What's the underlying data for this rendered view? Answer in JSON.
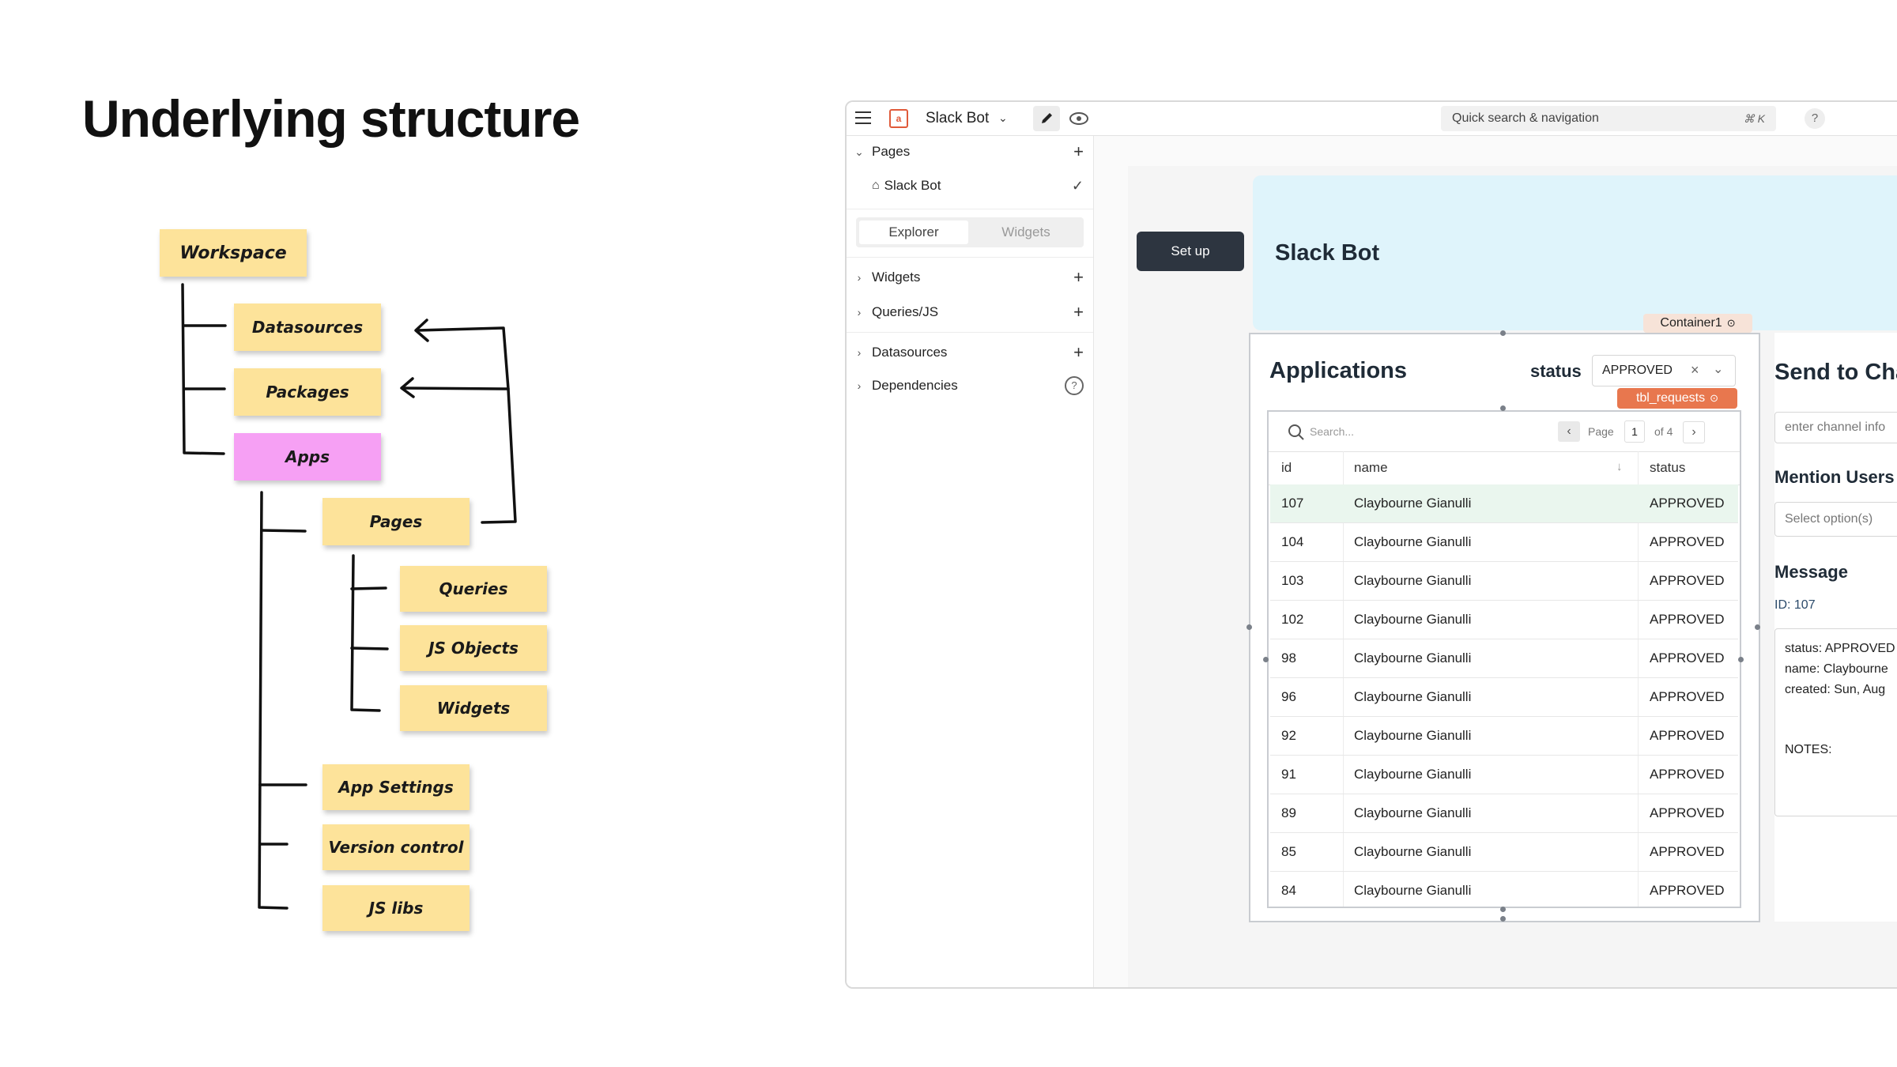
{
  "slide": {
    "title": "Underlying structure"
  },
  "diagram": {
    "notes": {
      "workspace": "Workspace",
      "datasources": "Datasources",
      "packages": "Packages",
      "apps": "Apps",
      "pages": "Pages",
      "queries": "Queries",
      "js_objects": "JS Objects",
      "widgets": "Widgets",
      "app_settings": "App Settings",
      "version_control": "Version control",
      "js_libs": "JS libs"
    }
  },
  "app": {
    "topbar": {
      "app_name": "Slack Bot",
      "search_placeholder": "Quick search & navigation",
      "shortcut": "⌘ K",
      "help": "?"
    },
    "sidebar": {
      "pages_header": "Pages",
      "page_item": "Slack Bot",
      "tabs": [
        "Explorer",
        "Widgets"
      ],
      "sections": [
        "Widgets",
        "Queries/JS",
        "Datasources",
        "Dependencies"
      ]
    },
    "canvas": {
      "setup_button": "Set up",
      "hero_title": "Slack Bot",
      "container_badge": "Container1",
      "applications_title": "Applications",
      "status_label": "status",
      "status_value": "APPROVED",
      "table_badge": "tbl_requests",
      "table": {
        "search_placeholder": "Search...",
        "page_label": "Page",
        "page_value": "1",
        "page_of": "of 4",
        "columns": [
          "id",
          "name",
          "status"
        ],
        "rows": [
          {
            "id": "107",
            "name": "Claybourne Gianulli",
            "status": "APPROVED"
          },
          {
            "id": "104",
            "name": "Claybourne Gianulli",
            "status": "APPROVED"
          },
          {
            "id": "103",
            "name": "Claybourne Gianulli",
            "status": "APPROVED"
          },
          {
            "id": "102",
            "name": "Claybourne Gianulli",
            "status": "APPROVED"
          },
          {
            "id": "98",
            "name": "Claybourne Gianulli",
            "status": "APPROVED"
          },
          {
            "id": "96",
            "name": "Claybourne Gianulli",
            "status": "APPROVED"
          },
          {
            "id": "92",
            "name": "Claybourne Gianulli",
            "status": "APPROVED"
          },
          {
            "id": "91",
            "name": "Claybourne Gianulli",
            "status": "APPROVED"
          },
          {
            "id": "89",
            "name": "Claybourne Gianulli",
            "status": "APPROVED"
          },
          {
            "id": "85",
            "name": "Claybourne Gianulli",
            "status": "APPROVED"
          },
          {
            "id": "84",
            "name": "Claybourne Gianulli",
            "status": "APPROVED"
          }
        ]
      },
      "right_panel": {
        "title": "Send to Cha",
        "channel_placeholder": "enter channel info",
        "mention_label": "Mention Users",
        "mention_placeholder": "Select option(s)",
        "message_label": "Message",
        "id_line": "ID: 107",
        "message_lines": [
          "status: APPROVED",
          "name: Claybourne",
          "created: Sun, Aug"
        ],
        "notes_line": "NOTES:"
      }
    }
  }
}
